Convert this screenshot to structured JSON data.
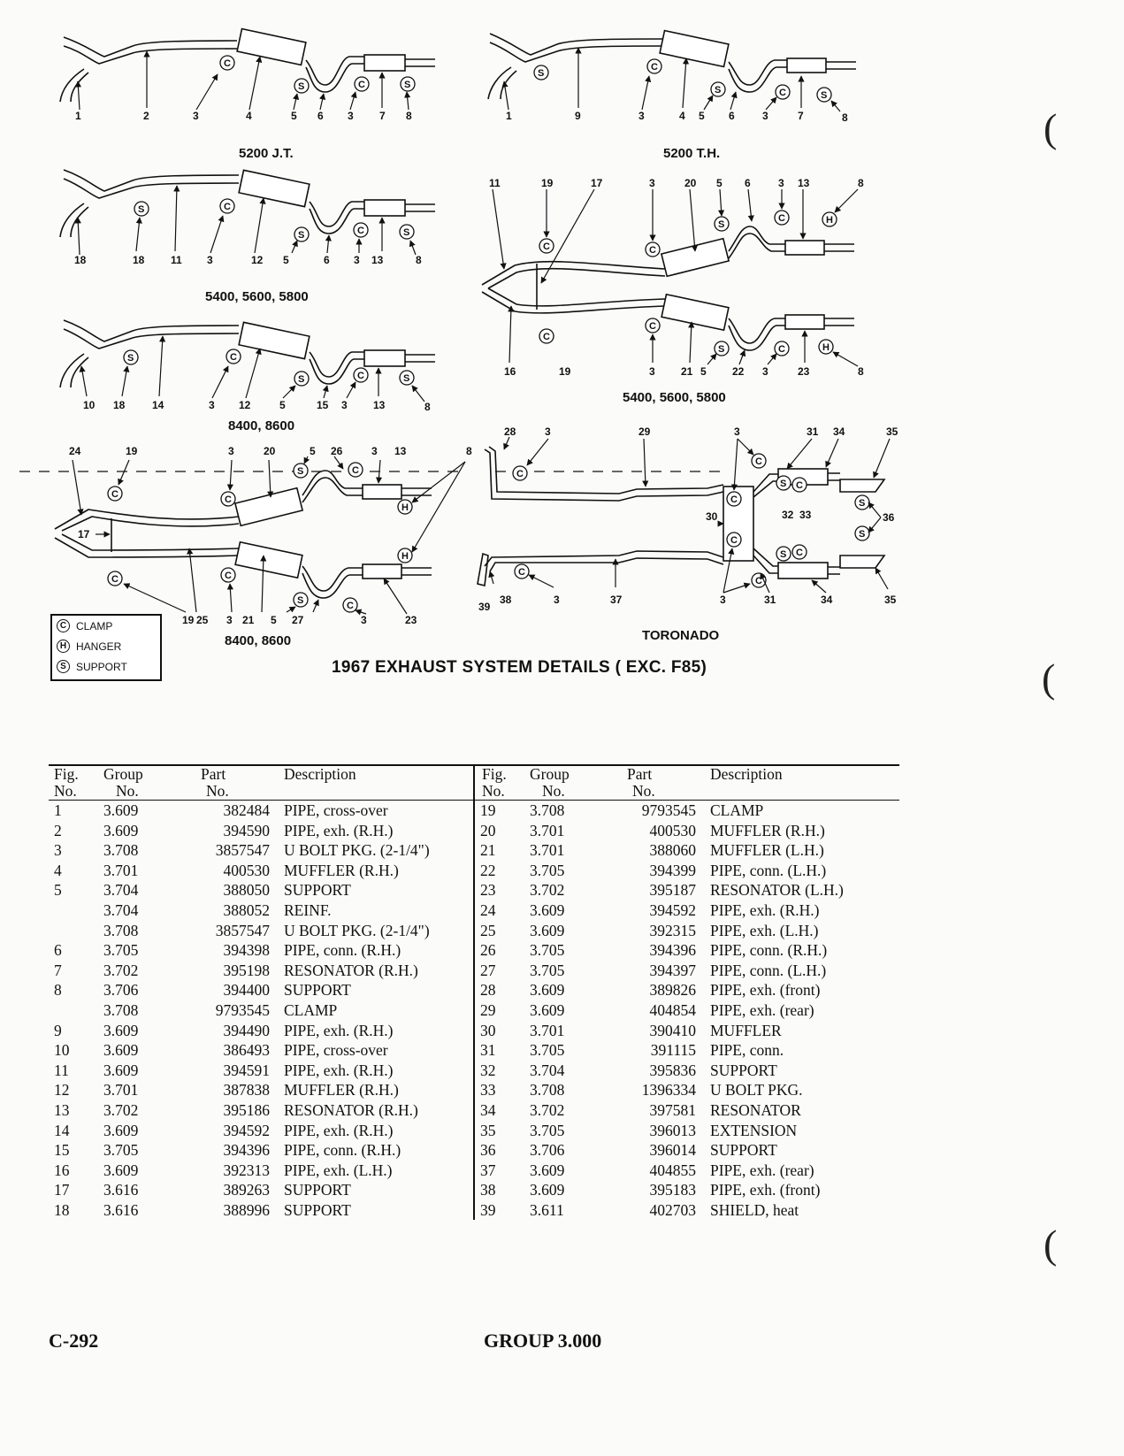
{
  "figure": {
    "title": "1967 EXHAUST SYSTEM DETAILS ( EXC. F85)",
    "captions": {
      "jt": "5200 J.T.",
      "th": "5200 T.H.",
      "m1": "5400, 5600, 5800",
      "m2": "5400, 5600, 5800",
      "e1": "8400, 8600",
      "e2": "8400, 8600",
      "toronado": "TORONADO"
    },
    "legend": {
      "clamp": {
        "symbol": "C",
        "label": "CLAMP"
      },
      "hanger": {
        "symbol": "H",
        "label": "HANGER"
      },
      "support": {
        "symbol": "S",
        "label": "SUPPORT"
      }
    },
    "callouts": {
      "jt": [
        "1",
        "2",
        "3",
        "4",
        "5",
        "6",
        "3",
        "7",
        "8"
      ],
      "th": [
        "1",
        "9",
        "3",
        "4",
        "5",
        "6",
        "3",
        "7",
        "8"
      ],
      "m1": [
        "18",
        "18",
        "11",
        "3",
        "12",
        "5",
        "6",
        "3",
        "13",
        "8"
      ],
      "m2_top": [
        "11",
        "19",
        "17",
        "3",
        "20",
        "5",
        "6",
        "3",
        "13",
        "8"
      ],
      "m2_bottom": [
        "16",
        "19",
        "3",
        "21",
        "5",
        "22",
        "3",
        "23",
        "8"
      ],
      "e1": [
        "10",
        "18",
        "14",
        "3",
        "12",
        "5",
        "15",
        "3",
        "13",
        "8"
      ],
      "e2_top": [
        "24",
        "19",
        "3",
        "20",
        "5",
        "26",
        "3",
        "13",
        "8",
        "17"
      ],
      "e2_bottom": [
        "19",
        "25",
        "3",
        "21",
        "5",
        "27",
        "3",
        "23"
      ],
      "tor_top": [
        "28",
        "3",
        "29",
        "3",
        "31",
        "34",
        "35"
      ],
      "tor_mid": [
        "30",
        "32",
        "33",
        "36"
      ],
      "tor_bottom": [
        "39",
        "38",
        "3",
        "37",
        "3",
        "31",
        "34",
        "35"
      ]
    }
  },
  "parts_table": {
    "headers": {
      "fig_line1": "Fig.",
      "fig_line2": "No.",
      "group_line1": "Group",
      "group_line2": "No.",
      "part_line1": "Part",
      "part_line2": "No.",
      "description": "Description"
    },
    "left": [
      {
        "fig": "1",
        "group": "3.609",
        "part": "382484",
        "description": "PIPE, cross-over"
      },
      {
        "fig": "2",
        "group": "3.609",
        "part": "394590",
        "description": "PIPE, exh. (R.H.)"
      },
      {
        "fig": "3",
        "group": "3.708",
        "part": "3857547",
        "description": "U BOLT PKG. (2-1/4\")"
      },
      {
        "fig": "4",
        "group": "3.701",
        "part": "400530",
        "description": "MUFFLER (R.H.)"
      },
      {
        "fig": "5",
        "group": "3.704",
        "part": "388050",
        "description": "SUPPORT"
      },
      {
        "fig": "",
        "group": "3.704",
        "part": "388052",
        "description": "REINF."
      },
      {
        "fig": "",
        "group": "3.708",
        "part": "3857547",
        "description": "U BOLT PKG. (2-1/4\")"
      },
      {
        "fig": "6",
        "group": "3.705",
        "part": "394398",
        "description": "PIPE, conn. (R.H.)"
      },
      {
        "fig": "7",
        "group": "3.702",
        "part": "395198",
        "description": "RESONATOR (R.H.)"
      },
      {
        "fig": "8",
        "group": "3.706",
        "part": "394400",
        "description": "SUPPORT"
      },
      {
        "fig": "",
        "group": "3.708",
        "part": "9793545",
        "description": "CLAMP"
      },
      {
        "fig": "9",
        "group": "3.609",
        "part": "394490",
        "description": "PIPE, exh. (R.H.)"
      },
      {
        "fig": "10",
        "group": "3.609",
        "part": "386493",
        "description": "PIPE, cross-over"
      },
      {
        "fig": "11",
        "group": "3.609",
        "part": "394591",
        "description": "PIPE, exh. (R.H.)"
      },
      {
        "fig": "12",
        "group": "3.701",
        "part": "387838",
        "description": "MUFFLER (R.H.)"
      },
      {
        "fig": "13",
        "group": "3.702",
        "part": "395186",
        "description": "RESONATOR (R.H.)"
      },
      {
        "fig": "14",
        "group": "3.609",
        "part": "394592",
        "description": "PIPE, exh. (R.H.)"
      },
      {
        "fig": "15",
        "group": "3.705",
        "part": "394396",
        "description": "PIPE, conn. (R.H.)"
      },
      {
        "fig": "16",
        "group": "3.609",
        "part": "392313",
        "description": "PIPE, exh. (L.H.)"
      },
      {
        "fig": "17",
        "group": "3.616",
        "part": "389263",
        "description": "SUPPORT"
      },
      {
        "fig": "18",
        "group": "3.616",
        "part": "388996",
        "description": "SUPPORT"
      }
    ],
    "right": [
      {
        "fig": "19",
        "group": "3.708",
        "part": "9793545",
        "description": "CLAMP"
      },
      {
        "fig": "20",
        "group": "3.701",
        "part": "400530",
        "description": "MUFFLER (R.H.)"
      },
      {
        "fig": "21",
        "group": "3.701",
        "part": "388060",
        "description": "MUFFLER (L.H.)"
      },
      {
        "fig": "22",
        "group": "3.705",
        "part": "394399",
        "description": "PIPE, conn. (L.H.)"
      },
      {
        "fig": "23",
        "group": "3.702",
        "part": "395187",
        "description": "RESONATOR (L.H.)"
      },
      {
        "fig": "24",
        "group": "3.609",
        "part": "394592",
        "description": "PIPE, exh. (R.H.)"
      },
      {
        "fig": "25",
        "group": "3.609",
        "part": "392315",
        "description": "PIPE, exh. (L.H.)"
      },
      {
        "fig": "26",
        "group": "3.705",
        "part": "394396",
        "description": "PIPE, conn. (R.H.)"
      },
      {
        "fig": "27",
        "group": "3.705",
        "part": "394397",
        "description": "PIPE, conn. (L.H.)"
      },
      {
        "fig": "28",
        "group": "3.609",
        "part": "389826",
        "description": "PIPE, exh. (front)"
      },
      {
        "fig": "29",
        "group": "3.609",
        "part": "404854",
        "description": "PIPE, exh. (rear)"
      },
      {
        "fig": "30",
        "group": "3.701",
        "part": "390410",
        "description": "MUFFLER"
      },
      {
        "fig": "31",
        "group": "3.705",
        "part": "391115",
        "description": "PIPE, conn."
      },
      {
        "fig": "32",
        "group": "3.704",
        "part": "395836",
        "description": "SUPPORT"
      },
      {
        "fig": "33",
        "group": "3.708",
        "part": "1396334",
        "description": "U BOLT PKG."
      },
      {
        "fig": "34",
        "group": "3.702",
        "part": "397581",
        "description": "RESONATOR"
      },
      {
        "fig": "35",
        "group": "3.705",
        "part": "396013",
        "description": "EXTENSION"
      },
      {
        "fig": "36",
        "group": "3.706",
        "part": "396014",
        "description": "SUPPORT"
      },
      {
        "fig": "37",
        "group": "3.609",
        "part": "404855",
        "description": "PIPE, exh. (rear)"
      },
      {
        "fig": "38",
        "group": "3.609",
        "part": "395183",
        "description": "PIPE, exh. (front)"
      },
      {
        "fig": "39",
        "group": "3.611",
        "part": "402703",
        "description": "SHIELD, heat"
      }
    ]
  },
  "footer": {
    "page_code": "C-292",
    "group": "GROUP 3.000"
  }
}
